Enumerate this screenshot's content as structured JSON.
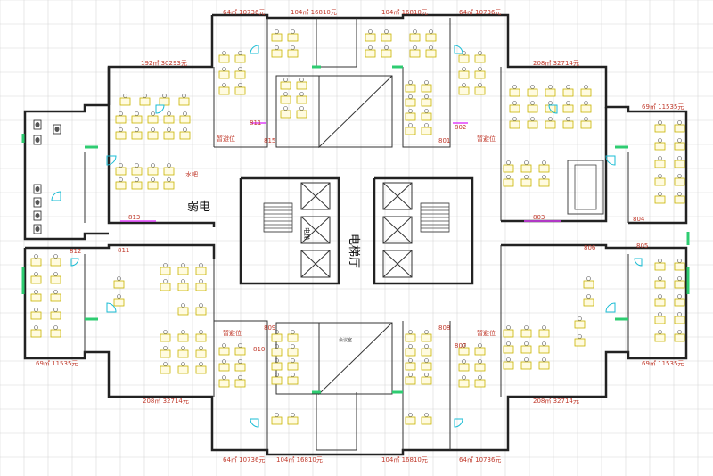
{
  "diagram": {
    "center_labels": {
      "elevator_hall": "电梯厅",
      "elevator_left": "电梯",
      "weak_current": "弱电",
      "meeting_room": "会议室"
    },
    "room_numbers": [
      "815",
      "811",
      "813",
      "811",
      "812",
      "810",
      "809",
      "802",
      "801",
      "803",
      "804",
      "805",
      "806",
      "807",
      "808"
    ],
    "area_labels": {
      "top_left_1": "64㎡ 10736元",
      "top_mid_1": "104㎡ 16810元",
      "top_mid_2": "104㎡ 16810元",
      "top_right_1": "64㎡ 10736元",
      "upper_left": "192㎡ 30293元",
      "upper_right": "208㎡ 32714元",
      "right_top": "69㎡ 11535元",
      "left_bottom": "69㎡ 11535元",
      "right_bottom": "69㎡ 11535元",
      "lower_left": "208㎡ 32714元",
      "lower_right": "208㎡ 32714元",
      "bottom_left_1": "64㎡ 10736元",
      "bottom_mid_1": "104㎡ 16810元",
      "bottom_mid_2": "104㎡ 16810元",
      "bottom_right_1": "64㎡ 10736元"
    },
    "small_labels": {
      "reception_1": "暂避位",
      "reception_2": "暂避位",
      "reception_3": "暂避位",
      "reception_4": "暂避位",
      "tea": "水吧"
    }
  }
}
